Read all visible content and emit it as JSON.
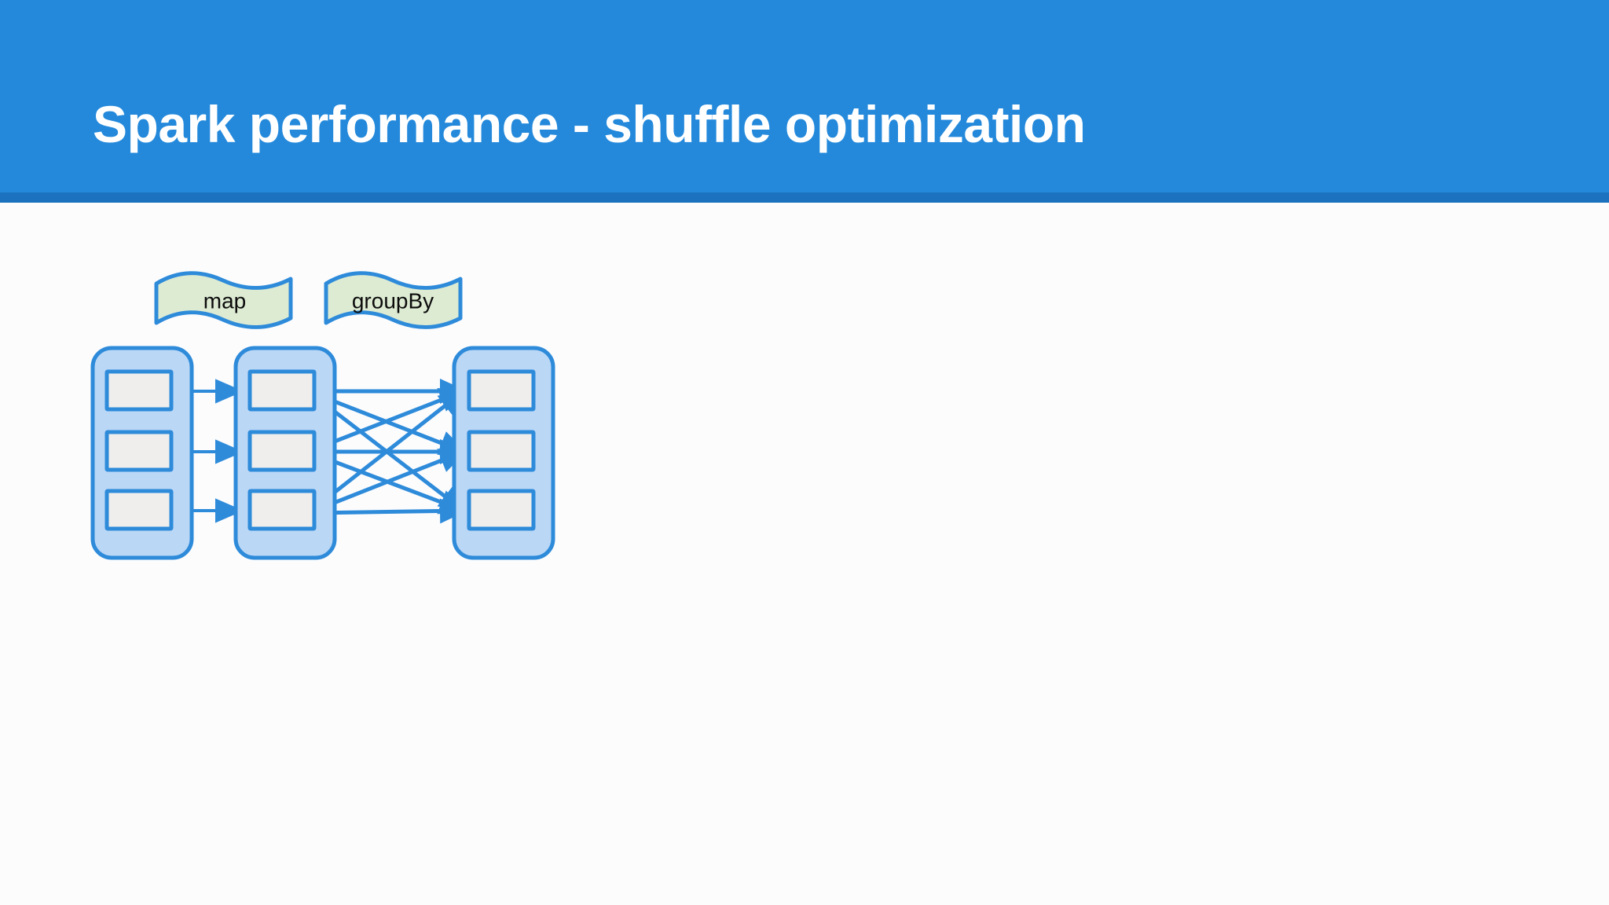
{
  "slide": {
    "title": "Spark performance - shuffle optimization",
    "background_color": "#FCFCFD"
  },
  "banner": {
    "fill_color": "#2489DB",
    "underline_color": "#1C72BE",
    "title_color": "#FFFFFF"
  },
  "diagram": {
    "name": "spark-shuffle-stages-diagram",
    "colors": {
      "stage_container_fill": "#BBD7F6",
      "stage_container_stroke": "#2E8BDA",
      "partition_fill": "#EFEEEC",
      "partition_stroke": "#2E8BDA",
      "arrow_color": "#2E8BDA",
      "operation_label_fill": "#DDEBD3",
      "operation_label_stroke": "#2E8BDA",
      "operation_label_text": "#0C0C0C"
    },
    "operations": [
      {
        "id": "map",
        "label": "map"
      },
      {
        "id": "groupBy",
        "label": "groupBy"
      }
    ],
    "stages": [
      {
        "id": "stage-input-rdd",
        "partitions": [
          "",
          "",
          ""
        ]
      },
      {
        "id": "stage-mapped-rdd",
        "partitions": [
          "",
          "",
          ""
        ]
      },
      {
        "id": "stage-grouped-rdd",
        "partitions": [
          "",
          "",
          ""
        ]
      }
    ],
    "edges": {
      "narrow_dependency_pairs": [
        [
          0,
          0
        ],
        [
          1,
          1
        ],
        [
          2,
          2
        ]
      ],
      "wide_dependency_pairs": [
        [
          0,
          0
        ],
        [
          0,
          1
        ],
        [
          0,
          2
        ],
        [
          1,
          0
        ],
        [
          1,
          1
        ],
        [
          1,
          2
        ],
        [
          2,
          0
        ],
        [
          2,
          1
        ],
        [
          2,
          2
        ]
      ]
    }
  }
}
